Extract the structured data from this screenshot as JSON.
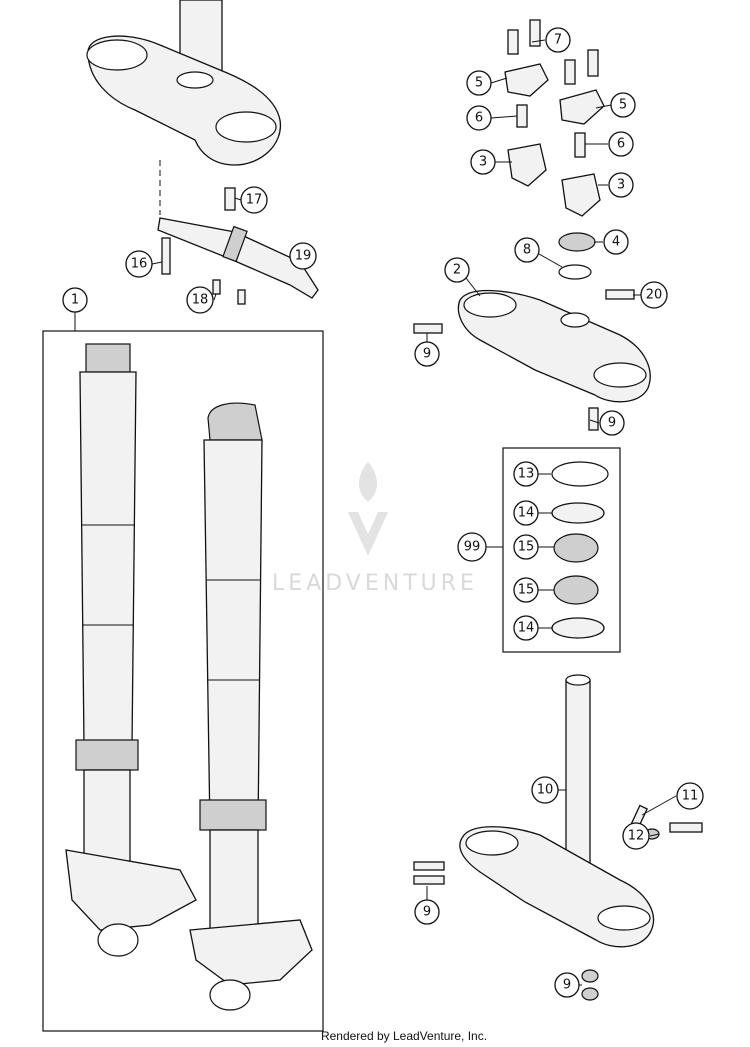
{
  "callouts": [
    {
      "label": "1"
    },
    {
      "label": "2"
    },
    {
      "label": "3"
    },
    {
      "label": "3"
    },
    {
      "label": "4"
    },
    {
      "label": "5"
    },
    {
      "label": "5"
    },
    {
      "label": "6"
    },
    {
      "label": "6"
    },
    {
      "label": "7"
    },
    {
      "label": "8"
    },
    {
      "label": "9"
    },
    {
      "label": "9"
    },
    {
      "label": "9"
    },
    {
      "label": "9"
    },
    {
      "label": "10"
    },
    {
      "label": "11"
    },
    {
      "label": "12"
    },
    {
      "label": "13"
    },
    {
      "label": "14"
    },
    {
      "label": "14"
    },
    {
      "label": "15"
    },
    {
      "label": "15"
    },
    {
      "label": "16"
    },
    {
      "label": "17"
    },
    {
      "label": "18"
    },
    {
      "label": "19"
    },
    {
      "label": "20"
    },
    {
      "label": "99"
    }
  ],
  "watermark": {
    "text": "LEADVENTURE"
  },
  "footer": {
    "text": "Rendered by LeadVenture, Inc."
  }
}
